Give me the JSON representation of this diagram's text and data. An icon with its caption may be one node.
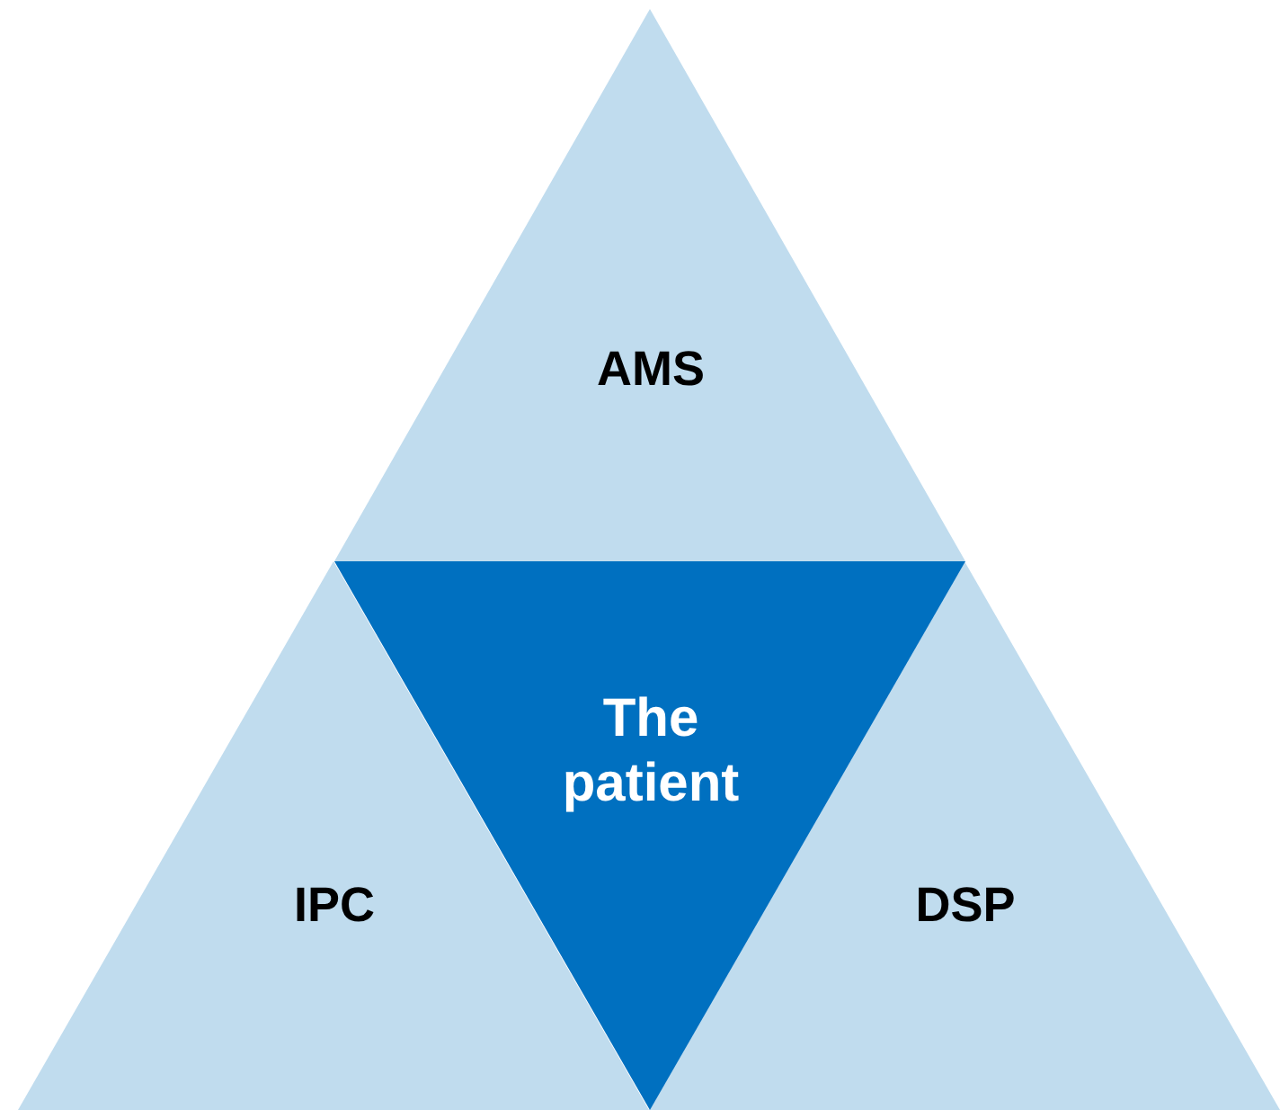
{
  "diagram": {
    "nodes": [
      {
        "text": [
          "AMS"
        ]
      },
      {
        "text": [
          "IPC"
        ]
      },
      {
        "text": [
          "The patient"
        ]
      },
      {
        "text": [
          "DSP"
        ]
      }
    ]
  }
}
